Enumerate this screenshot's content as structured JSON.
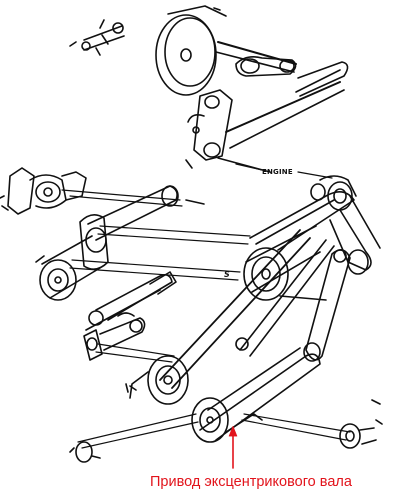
{
  "labels": {
    "engine": "ENGINE",
    "s_mark": "S"
  },
  "caption": {
    "text": "Привод эксцентрикового вала"
  },
  "colors": {
    "line": "#111111",
    "caption": "#e2141c",
    "background": "#ffffff"
  }
}
